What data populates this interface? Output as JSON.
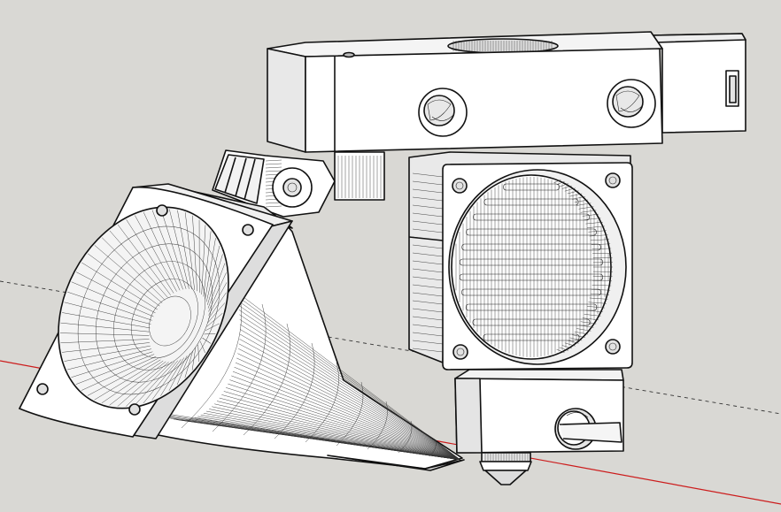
{
  "scene": {
    "background_color": "#d9d8d4",
    "face_color": "#ffffff",
    "shade_color": "#e6e6e6",
    "dark_shade_color": "#cfcfcf",
    "edge_color": "#111111",
    "red_axis_color": "#cc1c1c",
    "axis_dash_color": "#333333"
  },
  "model_parts": [
    "x-carriage-mount",
    "hotend-fan-shroud",
    "heatsink",
    "part-cooling-duct",
    "fan-mount-arm",
    "heater-block",
    "nozzle"
  ]
}
